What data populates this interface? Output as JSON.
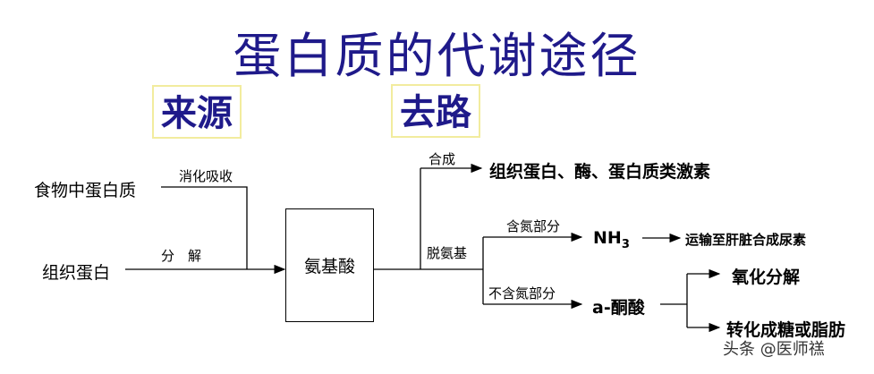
{
  "title": "蛋白质的代谢途径",
  "headers": {
    "source": "来源",
    "fate": "去路"
  },
  "nodes": {
    "food_protein": "食物中蛋白质",
    "tissue_protein": "组织蛋白",
    "amino_acid": "氨基酸",
    "synthesis_products": "组织蛋白、酶、蛋白质类激素",
    "nh3_main": "NH",
    "nh3_sub": "3",
    "keto_acid": "a-酮酸",
    "to_liver_urea": "运输至肝脏合成尿素",
    "oxidation": "氧化分解",
    "to_sugar_fat": "转化成糖或脂肪"
  },
  "edges": {
    "digestion": "消化吸收",
    "decomposition": "分　解",
    "synthesis": "合成",
    "deamination": "脱氨基",
    "nitrogen_part": "含氮部分",
    "non_nitrogen_part": "不含氮部分"
  },
  "watermark": "头条 @医师禚"
}
